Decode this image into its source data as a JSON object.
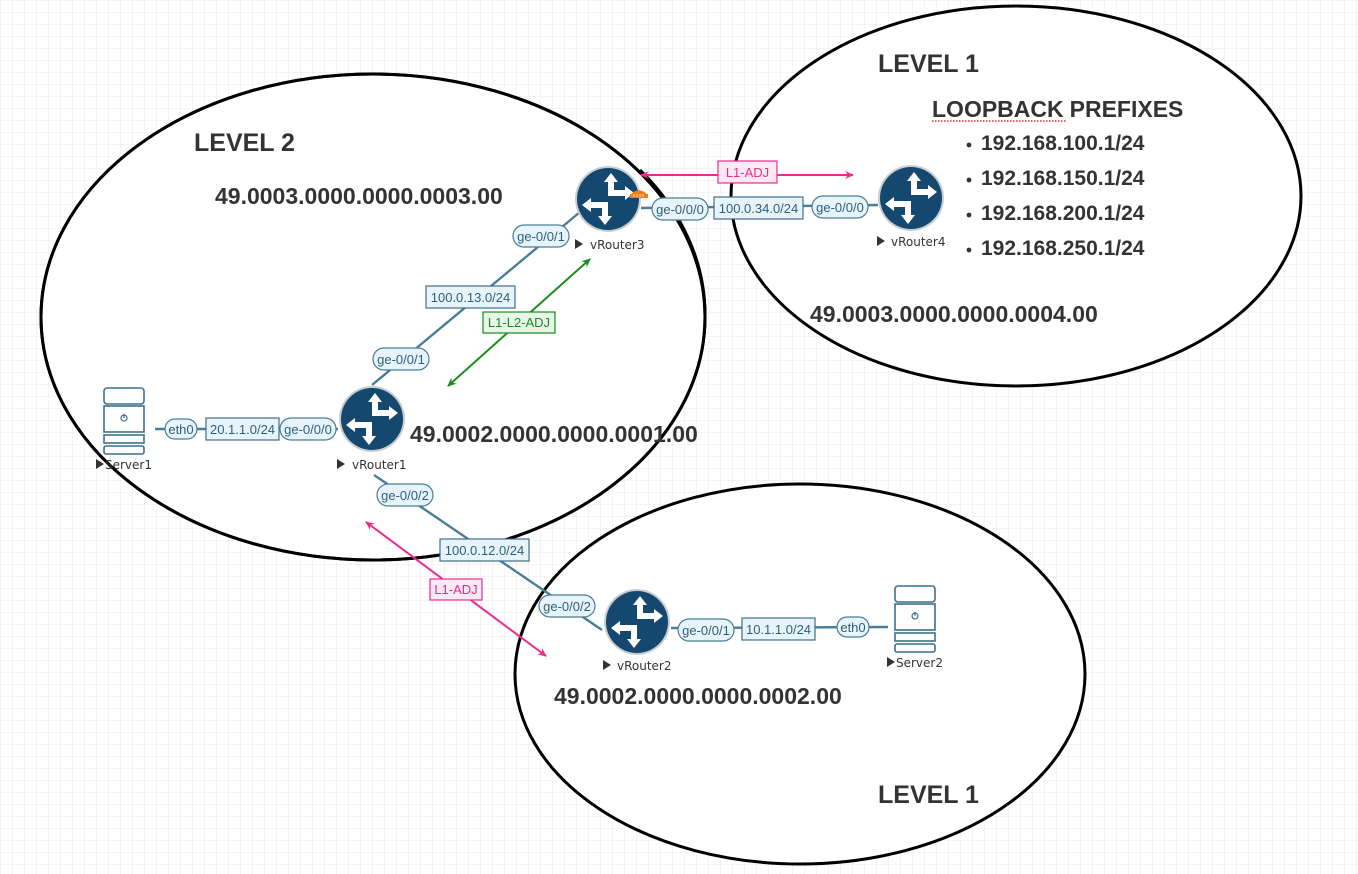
{
  "colors": {
    "link": "#4b7d96",
    "router_fill": "#14486e",
    "l1_adj": "#ee2b8c",
    "l1l2_adj": "#16901a",
    "area_border": "#000000",
    "heading": "#333333",
    "warning_badge": "#f07d1a"
  },
  "areas": [
    {
      "id": "level2",
      "title": "LEVEL 2"
    },
    {
      "id": "level1-top",
      "title": "LEVEL 1"
    },
    {
      "id": "level1-bottom",
      "title": "LEVEL 1"
    }
  ],
  "loopback": {
    "title_word1": "LOOPBACK",
    "title_word2": "PREFIXES",
    "prefixes": [
      "192.168.100.1/24",
      "192.168.150.1/24",
      "192.168.200.1/24",
      "192.168.250.1/24"
    ]
  },
  "net_ids": {
    "vRouter3": "49.0003.0000.0000.0003.00",
    "vRouter1": "49.0002.0000.0000.0001.00",
    "vRouter4": "49.0003.0000.0000.0004.00",
    "vRouter2": "49.0002.0000.0000.0002.00"
  },
  "nodes": {
    "server1": {
      "label": "Server1",
      "icon": "server-icon"
    },
    "server2": {
      "label": "Server2",
      "icon": "server-icon"
    },
    "vRouter1": {
      "label": "vRouter1",
      "icon": "router-icon"
    },
    "vRouter2": {
      "label": "vRouter2",
      "icon": "router-icon"
    },
    "vRouter3": {
      "label": "vRouter3",
      "icon": "router-icon",
      "badge": "warning-badge-icon"
    },
    "vRouter4": {
      "label": "vRouter4",
      "icon": "router-icon"
    }
  },
  "links": {
    "s1_r1": {
      "subnet": "20.1.1.0/24",
      "a_if": "eth0",
      "b_if": "ge-0/0/0"
    },
    "r1_r3": {
      "subnet": "100.0.13.0/24",
      "a_if": "ge-0/0/1",
      "b_if": "ge-0/0/1"
    },
    "r3_r4": {
      "subnet": "100.0.34.0/24",
      "a_if": "ge-0/0/0",
      "b_if": "ge-0/0/0"
    },
    "r1_r2": {
      "subnet": "100.0.12.0/24",
      "a_if": "ge-0/0/2",
      "b_if": "ge-0/0/2"
    },
    "r2_s2": {
      "subnet": "10.1.1.0/24",
      "a_if": "ge-0/0/1",
      "b_if": "eth0"
    }
  },
  "adjacencies": {
    "r3_r4": "L1-ADJ",
    "r1_r3": "L1-L2-ADJ",
    "r1_r2": "L1-ADJ"
  }
}
